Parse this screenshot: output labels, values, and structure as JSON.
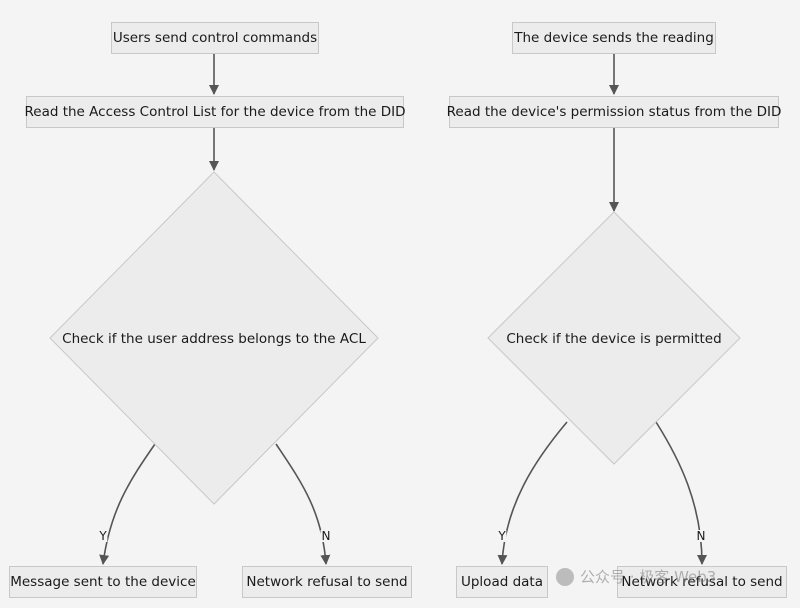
{
  "left_flow": {
    "start": "Users send control commands",
    "read": "Read the Access Control List for the device from the DID",
    "decision": "Check if the user address belongs to the ACL",
    "yes_label": "Y",
    "no_label": "N",
    "yes_result": "Message sent to the device",
    "no_result": "Network refusal to send"
  },
  "right_flow": {
    "start": "The device sends the reading",
    "read": "Read the device's permission status from the DID",
    "decision": "Check if the device is permitted",
    "yes_label": "Y",
    "no_label": "N",
    "yes_result": "Upload data",
    "no_result": "Network refusal to send"
  },
  "watermark": "公众号 · 极客 Web3",
  "colors": {
    "background": "#f4f4f4",
    "node_fill": "#ececec",
    "node_border": "#c8c8c8",
    "edge": "#555555"
  }
}
